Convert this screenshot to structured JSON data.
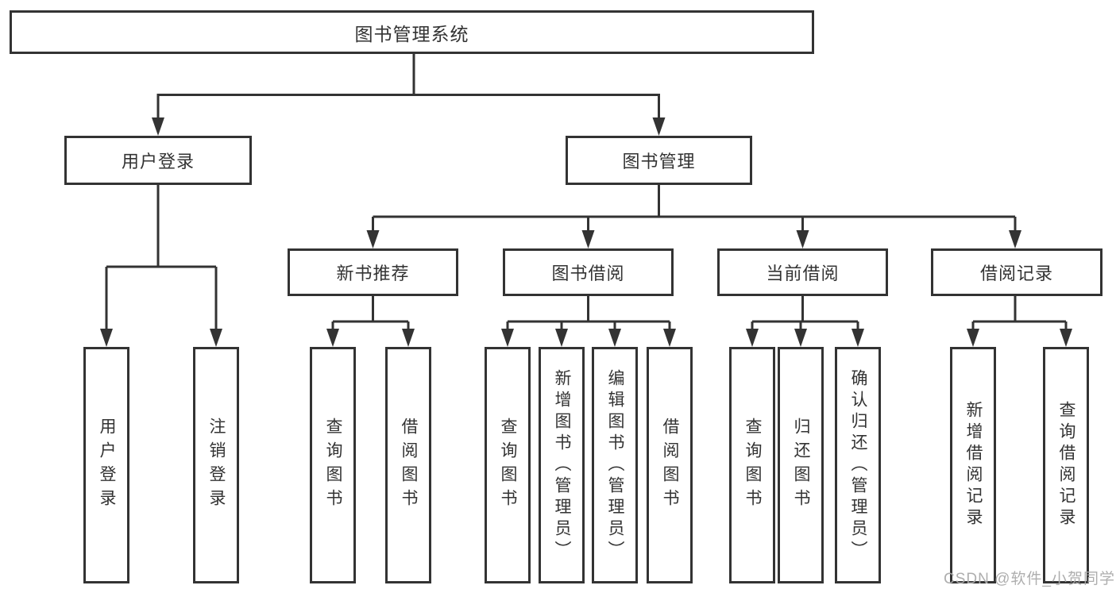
{
  "diagram": {
    "title": "图书管理系统",
    "level2": {
      "user_login": "用户登录",
      "book_mgmt": "图书管理"
    },
    "level3": {
      "new_book": "新书推荐",
      "book_borrow": "图书借阅",
      "current_borrow": "当前借阅",
      "borrow_record": "借阅记录"
    },
    "leaves": {
      "user_login": "用户登录",
      "logout": "注销登录",
      "nb_query": "查询图书",
      "nb_borrow": "借阅图书",
      "bb_query": "查询图书",
      "bb_add": "新增图书（管理员）",
      "bb_edit": "编辑图书（管理员）",
      "bb_borrow": "借阅图书",
      "cb_query": "查询图书",
      "cb_return": "归还图书",
      "cb_confirm": "确认归还（管理员）",
      "br_add": "新增借阅记录",
      "br_query": "查询借阅记录"
    },
    "watermark": "CSDN @软件_小贺同学",
    "colors": {
      "line": "#333333",
      "text": "#333333",
      "background": "#ffffff",
      "watermark": "#aaaaaa"
    }
  }
}
